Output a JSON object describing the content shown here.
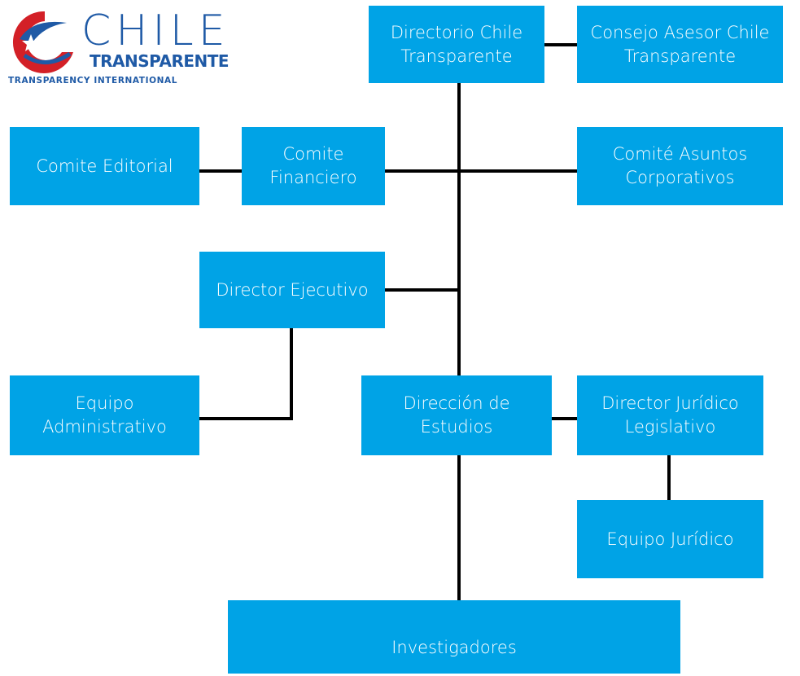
{
  "colors": {
    "box_fill": "#00a3e6",
    "box_text": "#ffffff",
    "connector": "#000000",
    "logo_blue": "#1f5aa6",
    "logo_red": "#d32027"
  },
  "logo": {
    "wordmark": "CHILE",
    "subtitle": "TRANSPARENTE",
    "tagline": "TRANSPARENCY INTERNATIONAL"
  },
  "nodes": {
    "directorio": "Directorio Chile Transparente",
    "consejo": "Consejo Asesor Chile Transparente",
    "editorial": "Comite Editorial",
    "financiero": "Comite Financiero",
    "asuntos": "Comité Asuntos Corporativos",
    "director_ejecutivo": "Director Ejecutivo",
    "equipo_administrativo": "Equipo Administrativo",
    "direccion_estudios": "Dirección de Estudios",
    "director_juridico": "Director Jurídico Legislativo",
    "equipo_juridico": "Equipo Jurídico",
    "investigadores": "Investigadores"
  }
}
